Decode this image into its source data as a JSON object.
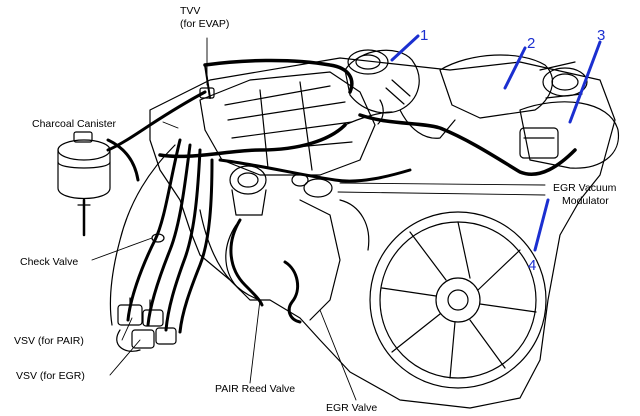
{
  "labels": {
    "tvv_line1": "TVV",
    "tvv_line2": "(for EVAP)",
    "charcoal_canister": "Charcoal Canister",
    "check_valve": "Check Valve",
    "vsv_pair": "VSV (for PAIR)",
    "vsv_egr": "VSV (for EGR)",
    "pair_reed_valve": "PAIR Reed Valve",
    "egr_valve": "EGR Valve",
    "egr_vacuum_line1": "EGR Vacuum",
    "egr_vacuum_line2": "Modulator"
  },
  "callouts": {
    "n1": "1",
    "n2": "2",
    "n3": "3",
    "n4": "4"
  },
  "colors": {
    "callout_blue": "#1b2fd0",
    "line_black": "#000000"
  }
}
